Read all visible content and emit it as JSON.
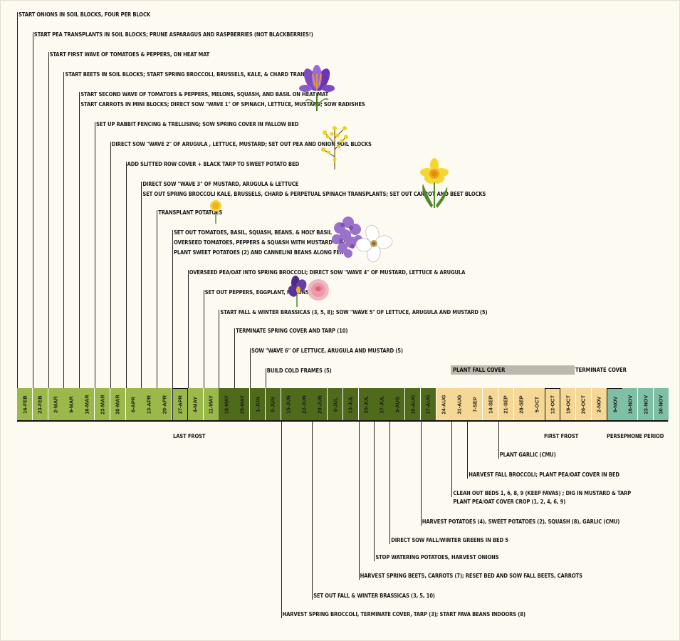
{
  "colors": {
    "spring": "#9bb84b",
    "spring_light": "#b4c76b",
    "summer": "#4f6a1b",
    "fall": "#f5d896",
    "persephone": "#7fbfa5",
    "band_fill": "#bcb8ad"
  },
  "dates": [
    {
      "label": "16-FEB",
      "season": "spring"
    },
    {
      "label": "23-FEB",
      "season": "spring"
    },
    {
      "label": "2-MAR",
      "season": "spring"
    },
    {
      "label": "9-MAR",
      "season": "spring"
    },
    {
      "label": "16-MAR",
      "season": "spring"
    },
    {
      "label": "23-MAR",
      "season": "spring"
    },
    {
      "label": "30-MAR",
      "season": "spring"
    },
    {
      "label": "6-APR",
      "season": "spring"
    },
    {
      "label": "13-APR",
      "season": "spring"
    },
    {
      "label": "20-APR",
      "season": "spring"
    },
    {
      "label": "27-APR",
      "season": "spring",
      "highlight": true
    },
    {
      "label": "4-MAY",
      "season": "spring"
    },
    {
      "label": "11-MAY",
      "season": "spring"
    },
    {
      "label": "18-MAY",
      "season": "summer"
    },
    {
      "label": "25-MAY",
      "season": "summer"
    },
    {
      "label": "1-JUN",
      "season": "summer"
    },
    {
      "label": "8-JUN",
      "season": "summer"
    },
    {
      "label": "15-JUN",
      "season": "summer"
    },
    {
      "label": "22-JUN",
      "season": "summer"
    },
    {
      "label": "29-JUN",
      "season": "summer"
    },
    {
      "label": "6-JUL",
      "season": "summer"
    },
    {
      "label": "13-JUL",
      "season": "summer"
    },
    {
      "label": "20-JUL",
      "season": "summer"
    },
    {
      "label": "27-JUL",
      "season": "summer"
    },
    {
      "label": "3-AUG",
      "season": "summer"
    },
    {
      "label": "10-AUG",
      "season": "summer"
    },
    {
      "label": "17-AUG",
      "season": "summer"
    },
    {
      "label": "24-AUG",
      "season": "fall"
    },
    {
      "label": "31-AUG",
      "season": "fall"
    },
    {
      "label": "7-SEP",
      "season": "fall"
    },
    {
      "label": "14-SEP",
      "season": "fall"
    },
    {
      "label": "21-SEP",
      "season": "fall"
    },
    {
      "label": "28-SEP",
      "season": "fall"
    },
    {
      "label": "5-OCT",
      "season": "fall"
    },
    {
      "label": "12-OCT",
      "season": "fall",
      "highlight": true
    },
    {
      "label": "19-OCT",
      "season": "fall"
    },
    {
      "label": "26-OCT",
      "season": "fall"
    },
    {
      "label": "2-NOV",
      "season": "fall"
    },
    {
      "label": "9-NOV",
      "season": "persephone",
      "highlight": true
    },
    {
      "label": "16-NOV",
      "season": "persephone"
    },
    {
      "label": "23-NOV",
      "season": "persephone"
    },
    {
      "label": "30-NOV",
      "season": "persephone"
    }
  ],
  "tasks_above": [
    {
      "week": 0,
      "lines": [
        "START ONIONS IN SOIL BLOCKS, FOUR PER BLOCK"
      ]
    },
    {
      "week": 1,
      "lines": [
        "START PEA TRANSPLANTS IN SOIL BLOCKS; PRUNE ASPARAGUS AND RASPBERRIES (NOT BLACKBERRIES!)"
      ]
    },
    {
      "week": 2,
      "lines": [
        "START FIRST WAVE OF TOMATOES & PEPPERS, ON HEAT MAT"
      ]
    },
    {
      "week": 3,
      "lines": [
        "START BEETS IN SOIL BLOCKS; START SPRING BROCCOLI, BRUSSELS, KALE, & CHARD TRANSPLANTS"
      ]
    },
    {
      "week": 4,
      "lines": [
        "START SECOND WAVE OF TOMATOES & PEPPERS, MELONS, SQUASH, AND BASIL ON HEAT MAT",
        "START CARROTS IN MINI BLOCKS; DIRECT SOW \"WAVE 1\" OF SPINACH, LETTUCE, MUSTARD; SOW RADISHES"
      ]
    },
    {
      "week": 5,
      "lines": [
        "SET UP RABBIT FENCING & TRELLISING; SOW SPRING COVER IN FALLOW BED"
      ]
    },
    {
      "week": 6,
      "lines": [
        "DIRECT SOW \"WAVE 2\" OF ARUGULA , LETTUCE, MUSTARD; SET OUT PEA AND ONION SOIL BLOCKS"
      ]
    },
    {
      "week": 7,
      "lines": [
        "ADD SLITTED ROW COVER + BLACK TARP TO SWEET POTATO BED"
      ]
    },
    {
      "week": 8,
      "lines": [
        "DIRECT SOW \"WAVE 3\" OF MUSTARD, ARUGULA & LETTUCE",
        "SET OUT SPRING BROCCOLI KALE, BRUSSELS, CHARD & PERPETUAL SPINACH TRANSPLANTS; SET OUT CARROT AND BEET BLOCKS"
      ]
    },
    {
      "week": 9,
      "lines": [
        "TRANSPLANT POTATOES"
      ]
    },
    {
      "week": 10,
      "lines": [
        "SET OUT TOMATOES, BASIL, SQUASH, BEANS, & HOLY BASIL",
        "OVERSEED TOMATOES, PEPPERS & SQUASH WITH MUSTARD COVER CROP",
        "PLANT SWEET POTATOES (2) AND CANNELINI BEANS ALONG FENCE"
      ]
    },
    {
      "week": 11,
      "lines": [
        "OVERSEED PEA/OAT INTO SPRING BROCCOLI; DIRECT SOW \"WAVE 4\" OF MUSTARD, LETTUCE & ARUGULA"
      ]
    },
    {
      "week": 12,
      "lines": [
        "SET OUT PEPPERS, EGGPLANT, MELONS"
      ]
    },
    {
      "week": 13,
      "lines": [
        "START FALL & WINTER BRASSICAS (3, 5, 8); SOW \"WAVE 5\" OF LETTUCE, ARUGULA AND MUSTARD (5)"
      ]
    },
    {
      "week": 14,
      "lines": [
        "TERMINATE SPRING COVER AND TARP (10)"
      ]
    },
    {
      "week": 15,
      "lines": [
        "SOW \"WAVE 6\" OF LETTUCE, ARUGULA AND MUSTARD (5)"
      ]
    },
    {
      "week": 16,
      "lines": [
        "BUILD COLD FRAMES (5)"
      ]
    }
  ],
  "tasks_below": [
    {
      "week": 31,
      "lines": [
        "PLANT GARLIC (CMU)"
      ]
    },
    {
      "week": 29,
      "lines": [
        "HARVEST FALL BROCCOLI; PLANT PEA/OAT COVER IN BED"
      ]
    },
    {
      "week": 28,
      "lines": [
        "CLEAN OUT BEDS 1, 6, 8, 9 (KEEP FAVAS) ; DIG IN MUSTARD & TARP",
        "PLANT PEA/OAT COVER CROP (1, 2, 4, 6, 9)"
      ]
    },
    {
      "week": 26,
      "lines": [
        "HARVEST POTATOES (4), SWEET POTATOES (2), SQUASH (8), GARLIC (CMU)"
      ]
    },
    {
      "week": 24,
      "lines": [
        "DIRECT SOW FALL/WINTER GREENS IN BED 5"
      ]
    },
    {
      "week": 23,
      "lines": [
        "STOP WATERING POTATOES, HARVEST ONIONS"
      ]
    },
    {
      "week": 22,
      "lines": [
        "HARVEST SPRING BEETS, CARROTS (7); RESET BED AND SOW FALL BEETS, CARROTS"
      ]
    },
    {
      "week": 19,
      "lines": [
        "SET OUT FALL & WINTER BRASSICAS (3, 5, 10)"
      ]
    },
    {
      "week": 17,
      "lines": [
        "HARVEST SPRING BROCCOLI, TERMINATE COVER, TARP (3); START FAVA BEANS INDOORS (8)"
      ]
    }
  ],
  "bands": {
    "plant_fall_cover": "PLANT FALL COVER",
    "terminate_cover": "TERMINATE COVER"
  },
  "markers": {
    "last_frost": "LAST FROST",
    "first_frost": "FIRST FROST",
    "persephone": "PERSEPHONE PERIOD"
  },
  "illustrations": [
    "crocus-flower",
    "forsythia-flower",
    "daffodil-flower",
    "dandelion-flower",
    "lilac-dogwood-flowers",
    "iris-rose-flowers"
  ]
}
